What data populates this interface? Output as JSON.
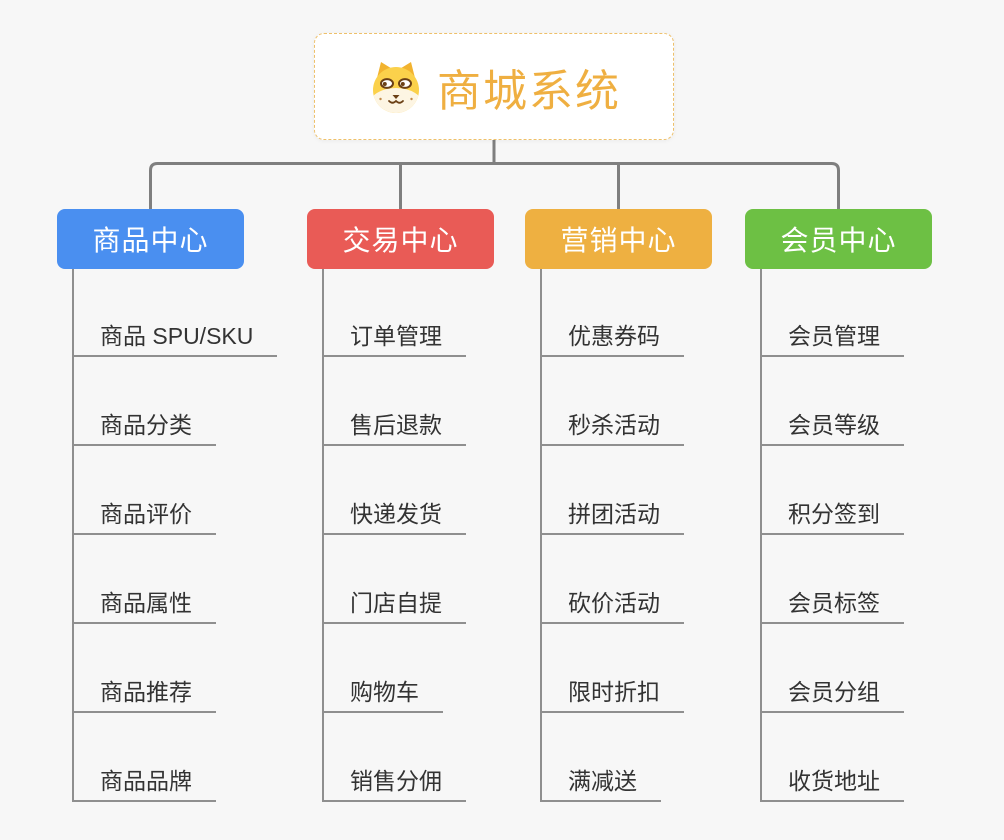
{
  "root": {
    "title": "商城系统",
    "icon": "dog-face-icon",
    "title_color": "#efaf41",
    "border_color": "#eec06a"
  },
  "branches": [
    {
      "label": "商品中心",
      "color": "#4a8ff0",
      "children": [
        "商品 SPU/SKU",
        "商品分类",
        "商品评价",
        "商品属性",
        "商品推荐",
        "商品品牌"
      ]
    },
    {
      "label": "交易中心",
      "color": "#e95b56",
      "children": [
        "订单管理",
        "售后退款",
        "快递发货",
        "门店自提",
        "购物车",
        "销售分佣"
      ]
    },
    {
      "label": "营销中心",
      "color": "#eeb041",
      "children": [
        "优惠券码",
        "秒杀活动",
        "拼团活动",
        "砍价活动",
        "限时折扣",
        "满减送"
      ]
    },
    {
      "label": "会员中心",
      "color": "#6dc044",
      "children": [
        "会员管理",
        "会员等级",
        "积分签到",
        "会员标签",
        "会员分组",
        "收货地址"
      ]
    }
  ],
  "colors": {
    "background": "#f7f7f7",
    "connector": "#7f7f7f",
    "leaf_line": "#8f8f8f",
    "leaf_text": "#333333"
  }
}
